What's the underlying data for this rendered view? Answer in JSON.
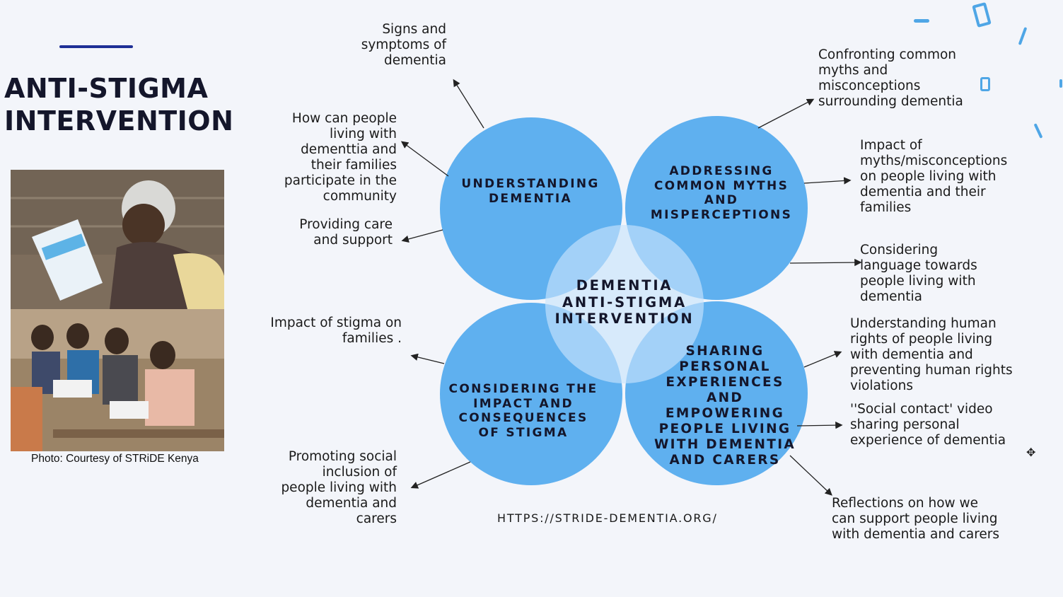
{
  "title": "ANTI-STIGMA\nINTERVENTION",
  "photo_caption": "Photo: Courtesy of STRiDE Kenya",
  "url": "HTTPS://STRIDE-DEMENTIA.ORG/",
  "circles": {
    "top_left": "UNDERSTANDING\nDEMENTIA",
    "top_right": "ADDRESSING\nCOMMON MYTHS\nAND\nMISPERCEPTIONS",
    "bottom_left": "CONSIDERING THE\nIMPACT AND\nCONSEQUENCES\nOF STIGMA",
    "bottom_right": "SHARING\nPERSONAL\nEXPERIENCES\nAND\nEMPOWERING\nPEOPLE LIVING\nWITH DEMENTIA\nAND CARERS",
    "center": "DEMENTIA\nANTI-STIGMA\nINTERVENTION"
  },
  "left_labels": {
    "signs": "Signs and\nsymptoms of\ndementia",
    "participate": "How can people\nliving with\ndementtia and\ntheir families\nparticipate in the\ncommunity",
    "care": "Providing care\nand support",
    "families": "Impact of stigma on\nfamilies .",
    "inclusion": "Promoting social\ninclusion of\npeople living with\ndementia and\ncarers"
  },
  "right_labels": {
    "confronting": "Confronting common\nmyths and\nmisconceptions\nsurrounding dementia",
    "impact": "Impact of\nmyths/misconceptions\non people living with\ndementia and their\nfamilies",
    "language": "Considering\nlanguage towards\npeople living with\ndementia",
    "rights": "Understanding human\nrights of people living\nwith dementia and\npreventing human rights\nviolations",
    "video": "''Social contact' video\nsharing personal\nexperience of dementia",
    "reflections": "Reflections on how we\ncan support people living\nwith dementia and carers"
  },
  "colors": {
    "circle_blue": "#5fb0ef",
    "center_overlay": "#c8e4fc",
    "title_bar": "#1f2f96",
    "background": "#f3f5fa"
  }
}
